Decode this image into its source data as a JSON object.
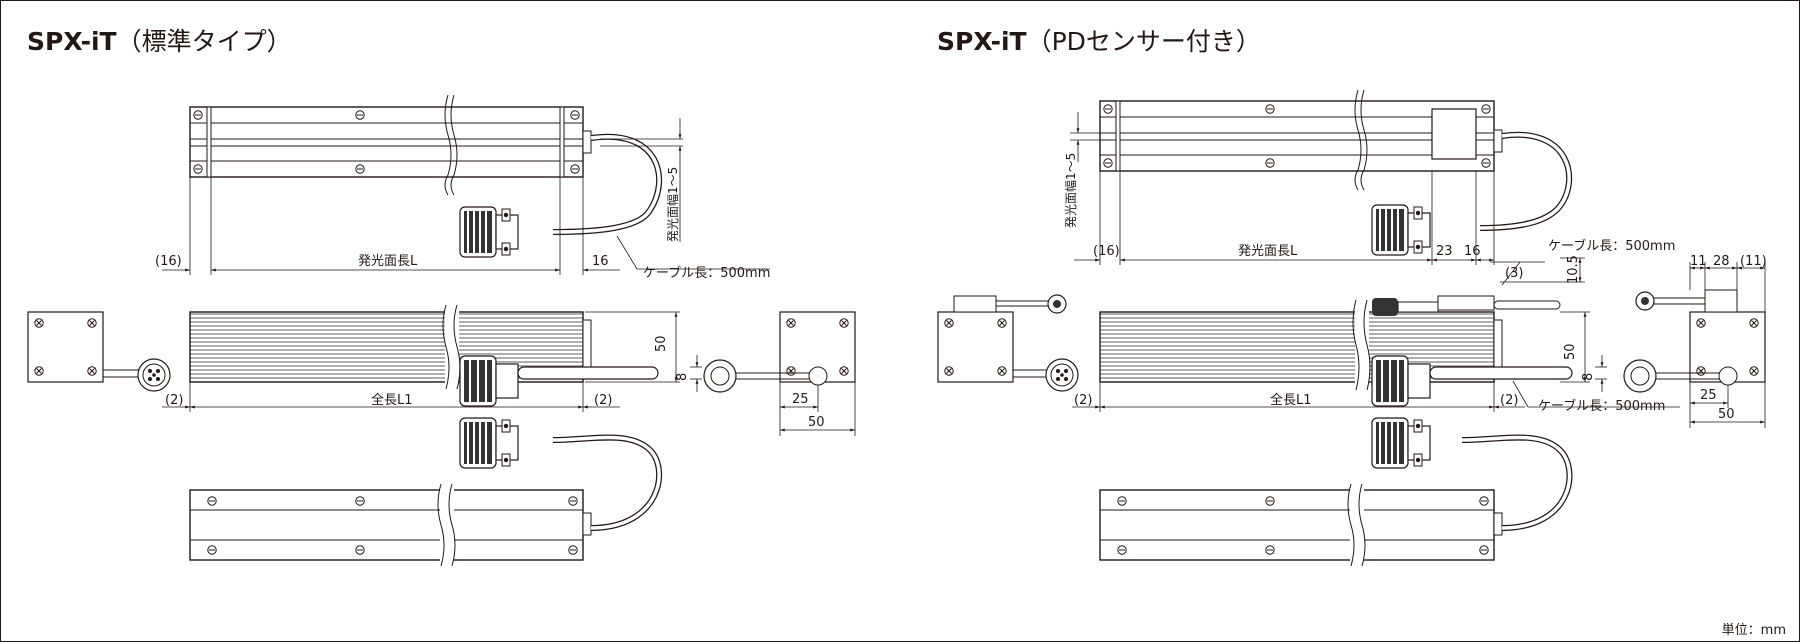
{
  "titles": {
    "left_model": "SPX-iT",
    "left_variant": "（標準タイプ）",
    "right_model": "SPX-iT",
    "right_variant": "（PDセンサー付き）"
  },
  "unit_label": "単位：mm",
  "left_labels": {
    "emit_width": "発光面幅1～5",
    "emit_length": "発光面長L",
    "dim16a": "(16)",
    "dim16b": "16",
    "cable": "ケーブル長：500mm",
    "total": "全長L1",
    "dim2a": "(2)",
    "dim2b": "(2)",
    "height50": "50",
    "dim8": "8",
    "dim25": "25",
    "dim50": "50"
  },
  "right_labels": {
    "emit_width": "発光面幅1～5",
    "dim16a": "(16)",
    "emit_length": "発光面長L",
    "dim23": "23",
    "dim16b": "16",
    "cable_top": "ケーブル長：500mm",
    "dim3": "(3)",
    "dim105": "10.5",
    "height50": "50",
    "dim8": "8",
    "total": "全長L1",
    "dim2a": "(2)",
    "dim2b": "(2)",
    "cable_bottom": "ケーブル長：500mm",
    "dim11a": "11",
    "dim28": "28",
    "dim11b": "(11)",
    "dim25": "25",
    "dim50": "50"
  }
}
